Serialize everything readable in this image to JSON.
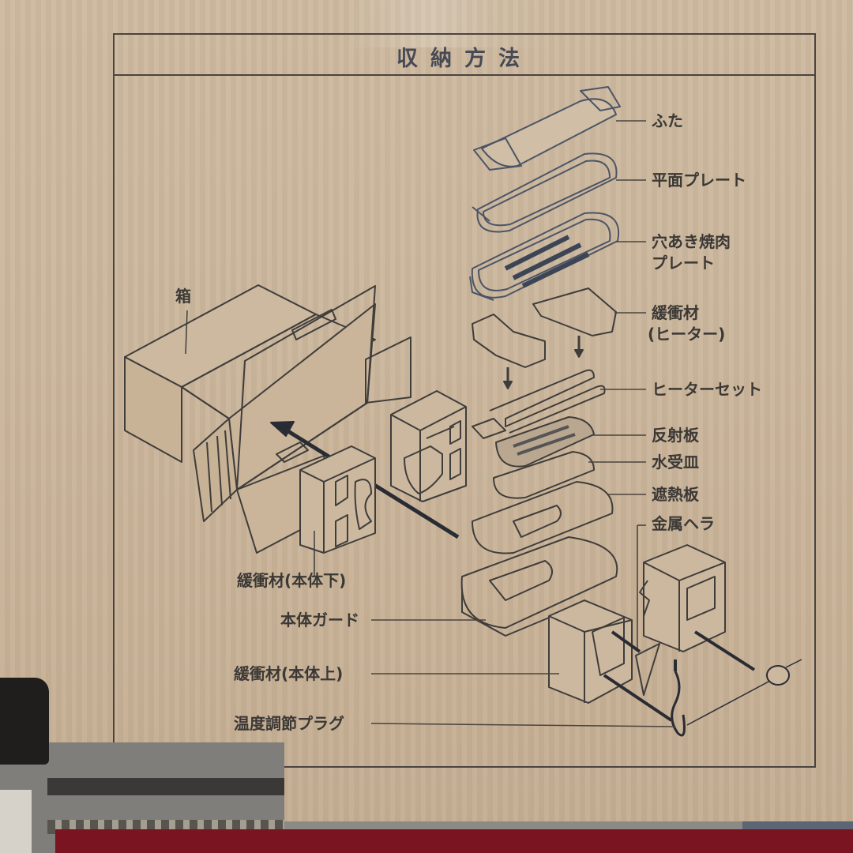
{
  "title": "収納方法",
  "labels": {
    "lid": "ふた",
    "flat_plate": "平面プレート",
    "perforated_yakiniku_plate_line1": "穴あき焼肉",
    "perforated_yakiniku_plate_line2": "プレート",
    "cushion_heater_line1": "緩衝材",
    "cushion_heater_line2": "(ヒーター)",
    "heater_set": "ヒーターセット",
    "reflector": "反射板",
    "water_tray": "水受皿",
    "heat_shield": "遮熱板",
    "metal_spatula": "金属ヘラ",
    "box": "箱",
    "cushion_body_bottom": "緩衝材(本体下)",
    "body_guard": "本体ガード",
    "cushion_body_top": "緩衝材(本体上)",
    "temperature_plug": "温度調節プラグ"
  },
  "colors": {
    "cardboard": "#cbb69c",
    "ink": "#3b3835",
    "frame": "#4a4440",
    "title_ink": "#474a55",
    "parts_ink": "#4b5566"
  }
}
